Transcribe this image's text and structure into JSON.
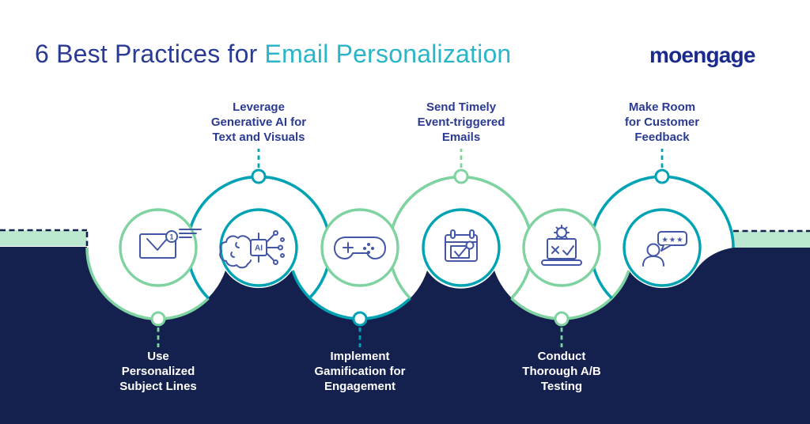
{
  "header": {
    "title_prefix": "6 Best Practices for ",
    "title_highlight": "Email Personalization",
    "logo_text": "moengage"
  },
  "steps": [
    {
      "label_lines": [
        "Use",
        "Personalized",
        "Subject Lines"
      ],
      "label_position": "bottom",
      "icon": "envelope-notification-icon",
      "badge_text": "1",
      "ring_color": "green",
      "connector_color": "green"
    },
    {
      "label_lines": [
        "Leverage",
        "Generative AI for",
        "Text and Visuals"
      ],
      "label_position": "top",
      "icon": "generative-ai-chip-icon",
      "chip_text": "AI",
      "ring_color": "teal",
      "connector_color": "teal"
    },
    {
      "label_lines": [
        "Implement",
        "Gamification for",
        "Engagement"
      ],
      "label_position": "bottom",
      "icon": "game-controller-icon",
      "ring_color": "green",
      "connector_color": "teal"
    },
    {
      "label_lines": [
        "Send Timely",
        "Event-triggered",
        "Emails"
      ],
      "label_position": "top",
      "icon": "calendar-email-icon",
      "ring_color": "teal",
      "connector_color": "green"
    },
    {
      "label_lines": [
        "Conduct",
        "Thorough A/B",
        "Testing"
      ],
      "label_position": "bottom",
      "icon": "ab-testing-laptop-icon",
      "ring_color": "green",
      "connector_color": "green"
    },
    {
      "label_lines": [
        "Make Room",
        "for Customer",
        "Feedback"
      ],
      "label_position": "top",
      "icon": "customer-feedback-icon",
      "stars_text": "★ ★ ★",
      "ring_color": "teal",
      "connector_color": "teal"
    }
  ],
  "colors": {
    "navy": "#14204e",
    "title_navy": "#2b3a92",
    "highlight_teal": "#2ab5c8",
    "teal": "#00a3b4",
    "green": "#7ed3a1",
    "mint": "#bce8cf",
    "icon_blue": "#4457a6",
    "logo_navy": "#1b2b8d",
    "label_white": "#ffffff"
  }
}
